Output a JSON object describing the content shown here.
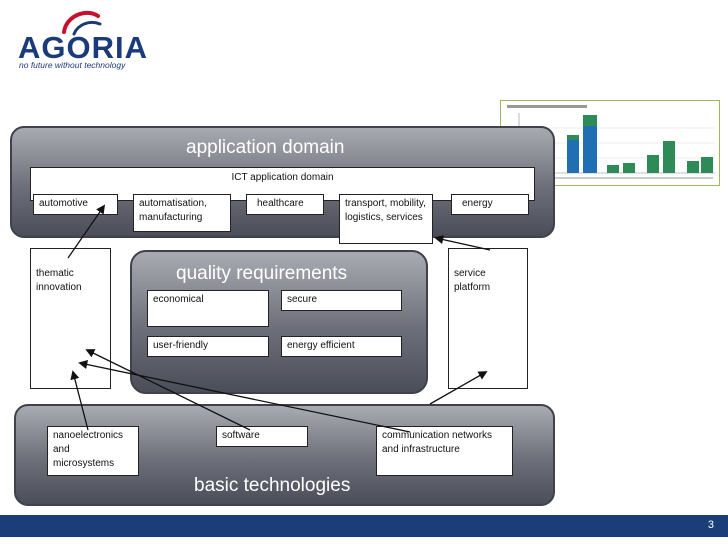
{
  "header": {
    "logo_text": "AGORIA",
    "logo_tagline": "no future without technology"
  },
  "application_domain": {
    "title": "application domain",
    "subtitle": "ICT application domain",
    "items": [
      "automotive",
      "automatisation, manufacturing",
      "healthcare",
      "transport, mobility, logistics, services",
      "energy"
    ]
  },
  "quality_requirements": {
    "title": "quality requirements",
    "items": [
      "economical",
      "secure",
      "user-friendly",
      "energy efficient"
    ]
  },
  "side_boxes": {
    "left": "thematic innovation",
    "right": "service platform"
  },
  "basic_technologies": {
    "title": "basic technologies",
    "items": [
      "nanoelectronics and microsystems",
      "software",
      "communication networks and infrastructure"
    ]
  },
  "footer": {
    "page_number": "3"
  },
  "colors": {
    "brand_blue": "#1a3a7a",
    "brand_red": "#c8102e",
    "footer_blue": "#1b3e78",
    "band_gray": "#6c6f79"
  }
}
